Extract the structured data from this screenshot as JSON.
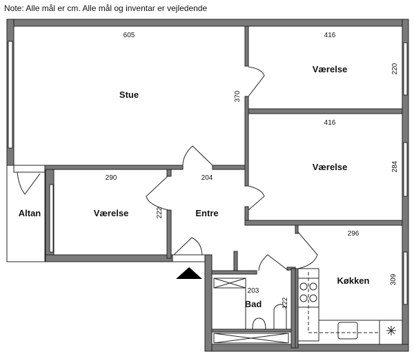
{
  "note": "Note: Alle mål er cm. Alle mål og inventar er vejledende",
  "rooms": {
    "stue": {
      "label": "Stue",
      "width": "605",
      "depth": "370"
    },
    "vaerelse_1": {
      "label": "Værelse",
      "width": "416",
      "depth": "220"
    },
    "vaerelse_2": {
      "label": "Værelse",
      "width": "416",
      "depth": "284"
    },
    "vaerelse_3": {
      "label": "Værelse",
      "width": "290",
      "depth": "222"
    },
    "altan": {
      "label": "Altan"
    },
    "entre": {
      "label": "Entre",
      "width": "204"
    },
    "bad": {
      "label": "Bad",
      "width": "203",
      "depth": "122"
    },
    "koekken": {
      "label": "Køkken",
      "width": "296",
      "depth": "309"
    }
  }
}
